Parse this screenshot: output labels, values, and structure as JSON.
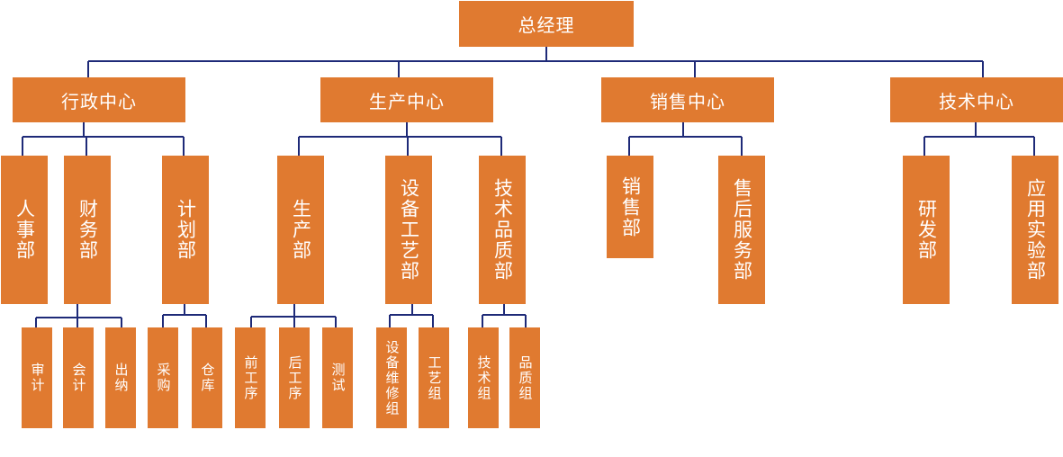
{
  "colors": {
    "box": "#E07A30",
    "text": "#FFFFFF",
    "line": "#1E2A78"
  },
  "root": {
    "label": "总经理"
  },
  "centers": [
    {
      "label": "行政中心",
      "departments": [
        {
          "label": "人事部",
          "groups": []
        },
        {
          "label": "财务部",
          "groups": [
            {
              "label": "审计"
            },
            {
              "label": "会计"
            },
            {
              "label": "出纳"
            }
          ]
        },
        {
          "label": "计划部",
          "groups": [
            {
              "label": "采购"
            },
            {
              "label": "仓库"
            }
          ]
        }
      ]
    },
    {
      "label": "生产中心",
      "departments": [
        {
          "label": "生产部",
          "groups": [
            {
              "label": "前工序"
            },
            {
              "label": "后工序"
            },
            {
              "label": "测试"
            }
          ]
        },
        {
          "label": "设备工艺部",
          "groups": [
            {
              "label": "设备维修组"
            },
            {
              "label": "工艺组"
            }
          ]
        },
        {
          "label": "技术品质部",
          "groups": [
            {
              "label": "技术组"
            },
            {
              "label": "品质组"
            }
          ]
        }
      ]
    },
    {
      "label": "销售中心",
      "departments": [
        {
          "label": "销售部",
          "groups": []
        },
        {
          "label": "售后服务部",
          "groups": []
        }
      ]
    },
    {
      "label": "技术中心",
      "departments": [
        {
          "label": "研发部",
          "groups": []
        },
        {
          "label": "应用实验部",
          "groups": []
        }
      ]
    }
  ]
}
